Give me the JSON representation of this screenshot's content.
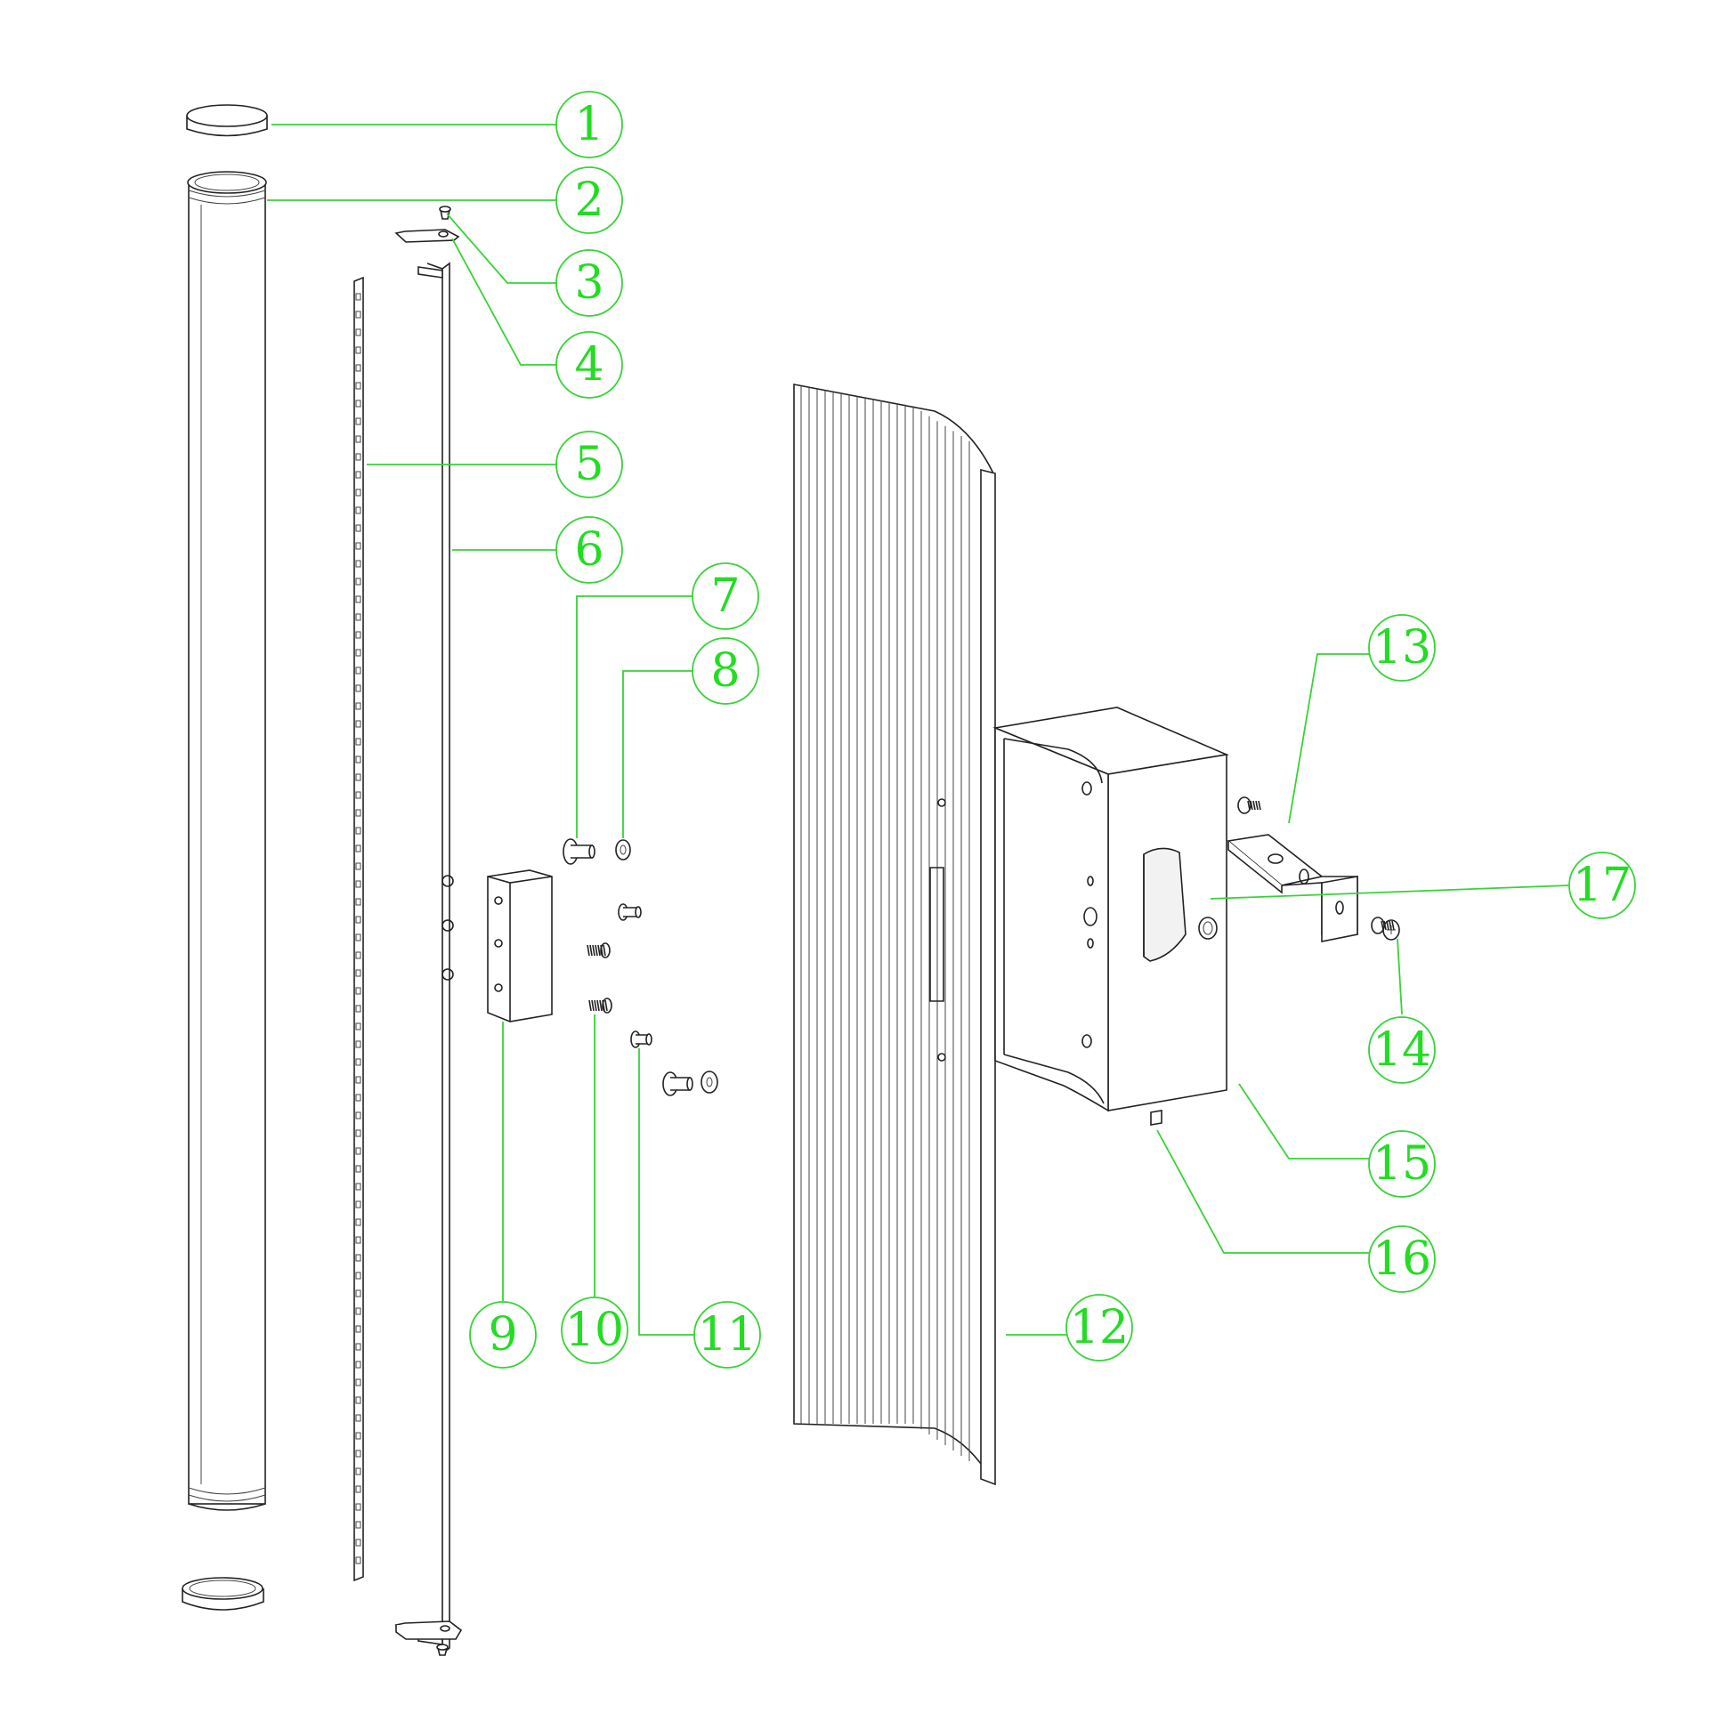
{
  "callouts": [
    {
      "num": "1"
    },
    {
      "num": "2"
    },
    {
      "num": "3"
    },
    {
      "num": "4"
    },
    {
      "num": "5"
    },
    {
      "num": "6"
    },
    {
      "num": "7"
    },
    {
      "num": "8"
    },
    {
      "num": "9"
    },
    {
      "num": "10"
    },
    {
      "num": "11"
    },
    {
      "num": "12"
    },
    {
      "num": "13"
    },
    {
      "num": "14"
    },
    {
      "num": "15"
    },
    {
      "num": "16"
    },
    {
      "num": "17"
    }
  ],
  "colors": {
    "callout": "#35d435",
    "drawing": "#222222"
  }
}
